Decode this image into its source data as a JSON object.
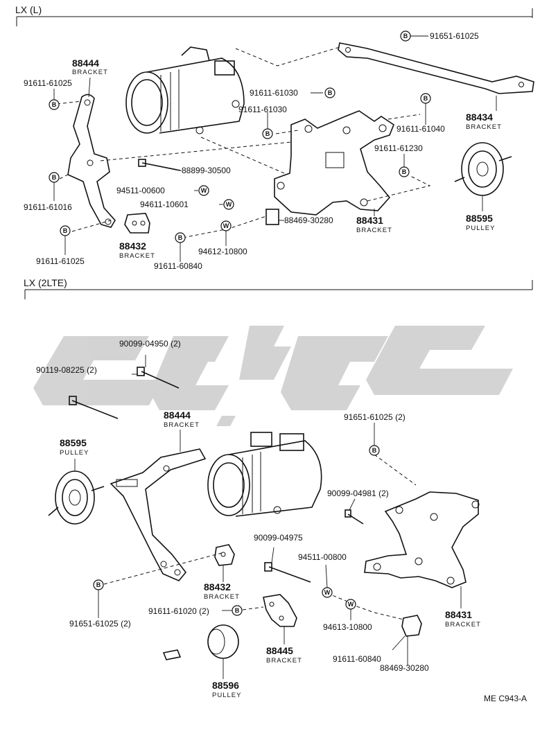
{
  "sections": {
    "top": "LX (L)",
    "bottom": "LX (2LTE)"
  },
  "symbols": {
    "bolt": "B",
    "washer": "W"
  },
  "top_parts": {
    "p88444_num": "88444",
    "p88444_sub": "BRACKET",
    "p91611_61025_a": "91611-61025",
    "p91611_61016": "91611-61016",
    "p91611_61025_b": "91611-61025",
    "p88432_num": "88432",
    "p88432_sub": "BRACKET",
    "p91611_60840": "91611-60840",
    "p94612_10800": "94612-10800",
    "p88469_30280": "88469-30280",
    "p94611_10601": "94611-10601",
    "p94511_00600": "94511-00600",
    "p88899_30500": "88899-30500",
    "p91611_61030_a": "91611-61030",
    "p91611_61030_b": "91611-61030",
    "p91651_61025": "91651-61025",
    "p88434_num": "88434",
    "p88434_sub": "BRACKET",
    "p91611_61040": "91611-61040",
    "p91611_61230": "91611-61230",
    "p88431_num": "88431",
    "p88431_sub": "BRACKET",
    "p88595_num": "88595",
    "p88595_sub": "PULLEY"
  },
  "bottom_parts": {
    "p90099_04950": "90099-04950 (2)",
    "p90119_08225": "90119-08225 (2)",
    "p88595_num": "88595",
    "p88595_sub": "PULLEY",
    "p88444_num": "88444",
    "p88444_sub": "BRACKET",
    "p91651_61025_top": "91651-61025 (2)",
    "p90099_04981": "90099-04981 (2)",
    "p90099_04975": "90099-04975",
    "p94511_00800": "94511-00800",
    "p88432_num": "88432",
    "p88432_sub": "BRACKET",
    "p91651_61025_bot": "91651-61025 (2)",
    "p91611_61020": "91611-61020 (2)",
    "p88445_num": "88445",
    "p88445_sub": "BRACKET",
    "p94613_10800": "94613-10800",
    "p91611_60840": "91611-60840",
    "p88469_30280": "88469-30280",
    "p88431_num": "88431",
    "p88431_sub": "BRACKET",
    "p88596_num": "88596",
    "p88596_sub": "PULLEY"
  },
  "footer_code": "ME C943-A"
}
